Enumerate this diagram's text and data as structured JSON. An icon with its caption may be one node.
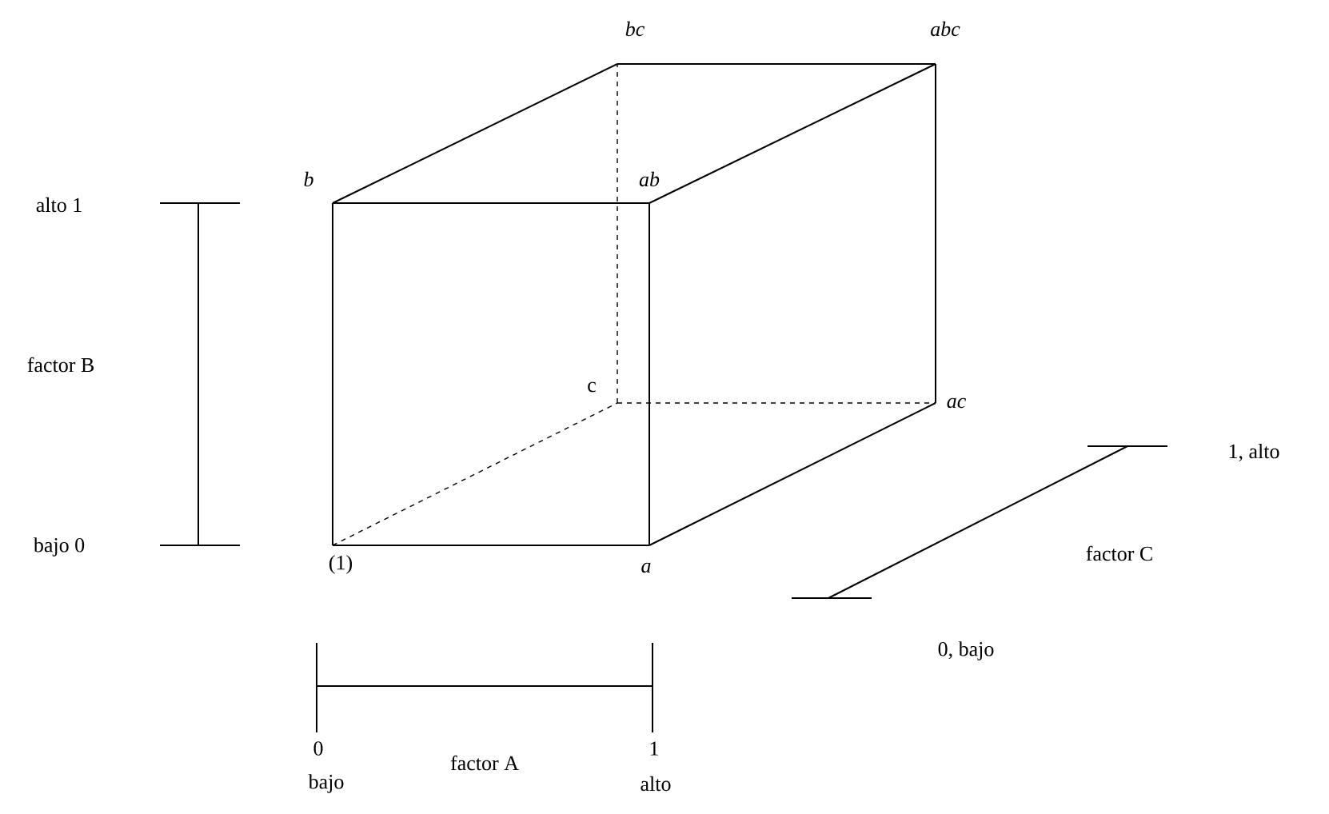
{
  "diagram": {
    "labels": [
      "bc",
      "abc",
      "alto 1",
      "b",
      "ab",
      "factor B",
      "c",
      "ac",
      "1, alto",
      "bajo 0",
      "(1)",
      "a",
      "factor C",
      "0, bajo",
      "0",
      "factor A",
      "1",
      "bajo",
      "alto"
    ]
  }
}
